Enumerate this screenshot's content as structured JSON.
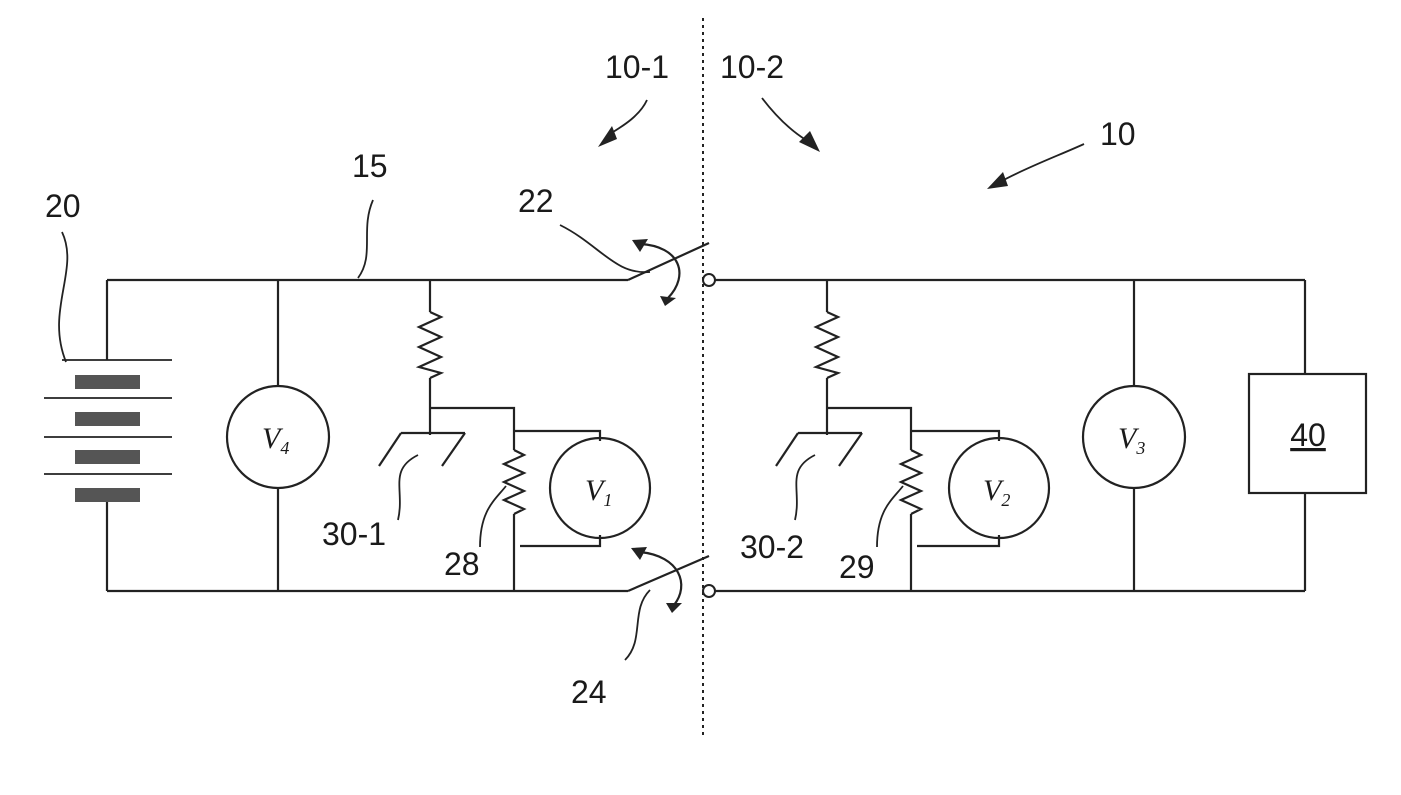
{
  "labels": {
    "system": "10",
    "side_left": "10-1",
    "side_right": "10-2",
    "bus": "15",
    "battery": "20",
    "switch_top": "22",
    "switch_bottom": "24",
    "resistor_left": "28",
    "resistor_right": "29",
    "contactor_left": "30-1",
    "contactor_right": "30-2",
    "load": "40"
  },
  "meters": {
    "v1": {
      "letter": "V",
      "sub": "1"
    },
    "v2": {
      "letter": "V",
      "sub": "2"
    },
    "v3": {
      "letter": "V",
      "sub": "3"
    },
    "v4": {
      "letter": "V",
      "sub": "4"
    }
  }
}
